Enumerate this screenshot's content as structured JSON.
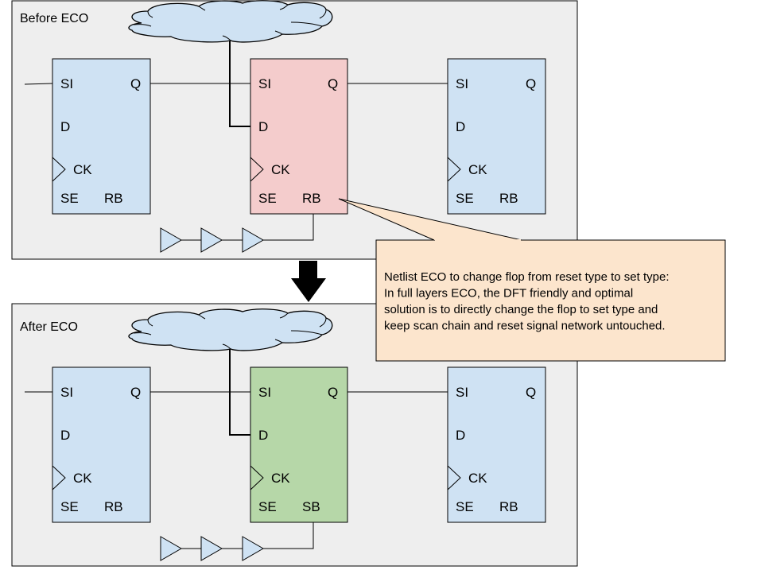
{
  "panels": [
    {
      "id": "before",
      "title": "Before ECO",
      "background": "#eeeeee",
      "flops": [
        {
          "name": "flop-left",
          "fill": "#cfe2f3",
          "pins": {
            "si": "SI",
            "q": "Q",
            "d": "D",
            "ck": "CK",
            "se": "SE",
            "rst": "RB"
          }
        },
        {
          "name": "flop-target",
          "fill": "#f4cccc",
          "pins": {
            "si": "SI",
            "q": "Q",
            "d": "D",
            "ck": "CK",
            "se": "SE",
            "rst": "RB"
          }
        },
        {
          "name": "flop-right",
          "fill": "#cfe2f3",
          "pins": {
            "si": "SI",
            "q": "Q",
            "d": "D",
            "ck": "CK",
            "se": "SE",
            "rst": "RB"
          }
        }
      ],
      "buffer_count": 3
    },
    {
      "id": "after",
      "title": "After ECO",
      "background": "#eeeeee",
      "flops": [
        {
          "name": "flop-left",
          "fill": "#cfe2f3",
          "pins": {
            "si": "SI",
            "q": "Q",
            "d": "D",
            "ck": "CK",
            "se": "SE",
            "rst": "RB"
          }
        },
        {
          "name": "flop-target",
          "fill": "#b6d7a8",
          "pins": {
            "si": "SI",
            "q": "Q",
            "d": "D",
            "ck": "CK",
            "se": "SE",
            "rst": "SB"
          }
        },
        {
          "name": "flop-right",
          "fill": "#cfe2f3",
          "pins": {
            "si": "SI",
            "q": "Q",
            "d": "D",
            "ck": "CK",
            "se": "SE",
            "rst": "RB"
          }
        }
      ],
      "buffer_count": 3
    }
  ],
  "callout": {
    "fill": "#fce5cd",
    "lines": [
      "Netlist ECO to change flop from reset type to set type:",
      "In full layers ECO, the DFT friendly and optimal",
      "solution is to directly change the flop to set type and",
      "keep scan chain and reset signal network untouched."
    ]
  },
  "colors": {
    "cloud": "#cfe2f3",
    "buffer": "#cfe2f3",
    "arrow": "#000000",
    "stroke": "#000000"
  }
}
